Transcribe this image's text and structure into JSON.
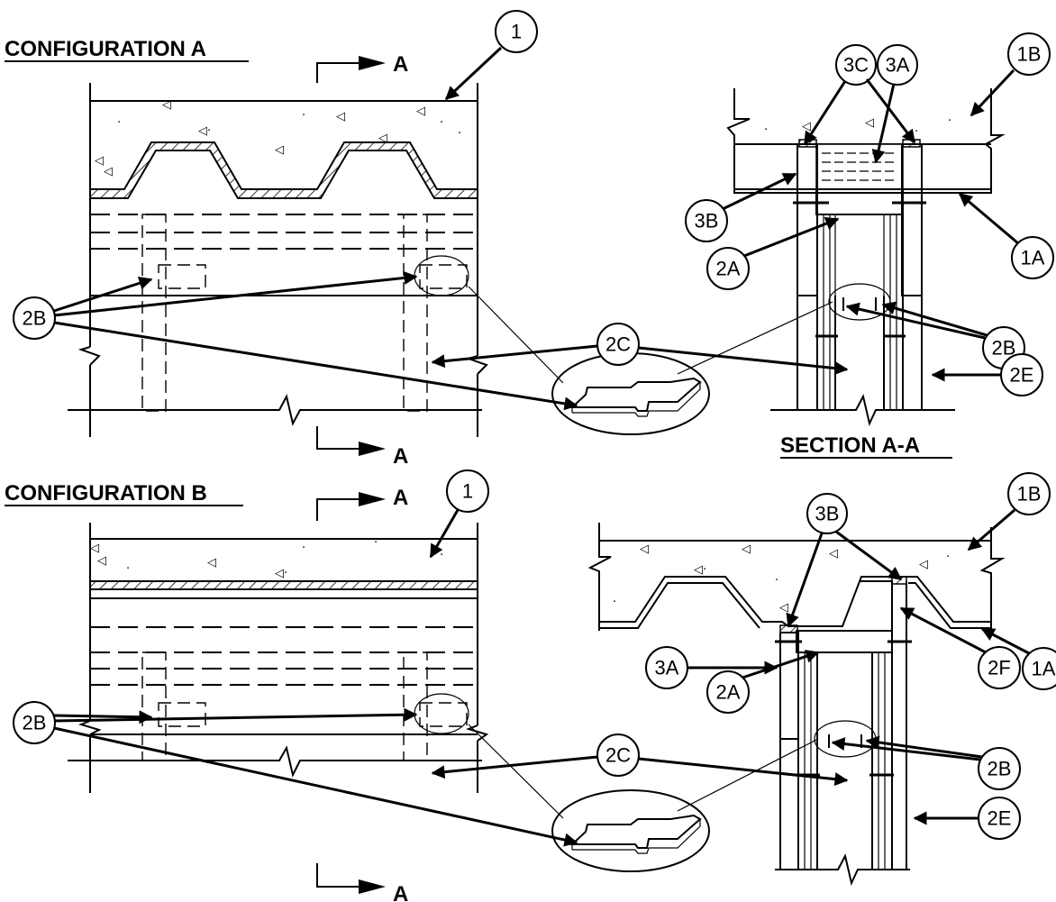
{
  "titles": {
    "config_a": "CONFIGURATION A",
    "config_b": "CONFIGURATION B",
    "section_a": "SECTION A-A",
    "cut_mark": "A"
  },
  "callouts": {
    "item_1": "1",
    "item_1a": "1A",
    "item_1b": "1B",
    "item_2a": "2A",
    "item_2b": "2B",
    "item_2c": "2C",
    "item_2e": "2E",
    "item_2f": "2F",
    "item_3a": "3A",
    "item_3b": "3B",
    "item_3c": "3C"
  }
}
